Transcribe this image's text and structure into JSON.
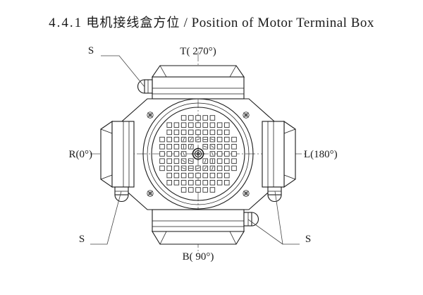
{
  "document": {
    "section_number": "4.4.1",
    "title_cjk": "电机接线盒方位",
    "title_separator": "/",
    "title_en": "Position of Motor Terminal Box"
  },
  "diagram": {
    "name": "motor-terminal-box-position",
    "description": "End view of electric motor showing four possible terminal box positions at 0, 90, 180 and 270 degrees",
    "positions": [
      {
        "key": "top",
        "code": "T",
        "angle_text": "T( 270°)",
        "angle": 270
      },
      {
        "key": "left",
        "code": "R",
        "angle_text": "R(0°)",
        "angle": 0
      },
      {
        "key": "right",
        "code": "L",
        "angle_text": "L(180°)",
        "angle": 180
      },
      {
        "key": "bottom",
        "code": "B",
        "angle_text": "B( 90°)",
        "angle": 90
      }
    ],
    "callouts": [
      {
        "key": "top_left",
        "label": "S"
      },
      {
        "key": "bottom_left",
        "label": "S"
      },
      {
        "key": "bottom_right",
        "label": "S"
      }
    ],
    "colors": {
      "line": "#1a1a1a",
      "leader": "#444444",
      "centerline": "#555555",
      "background": "#ffffff"
    }
  }
}
